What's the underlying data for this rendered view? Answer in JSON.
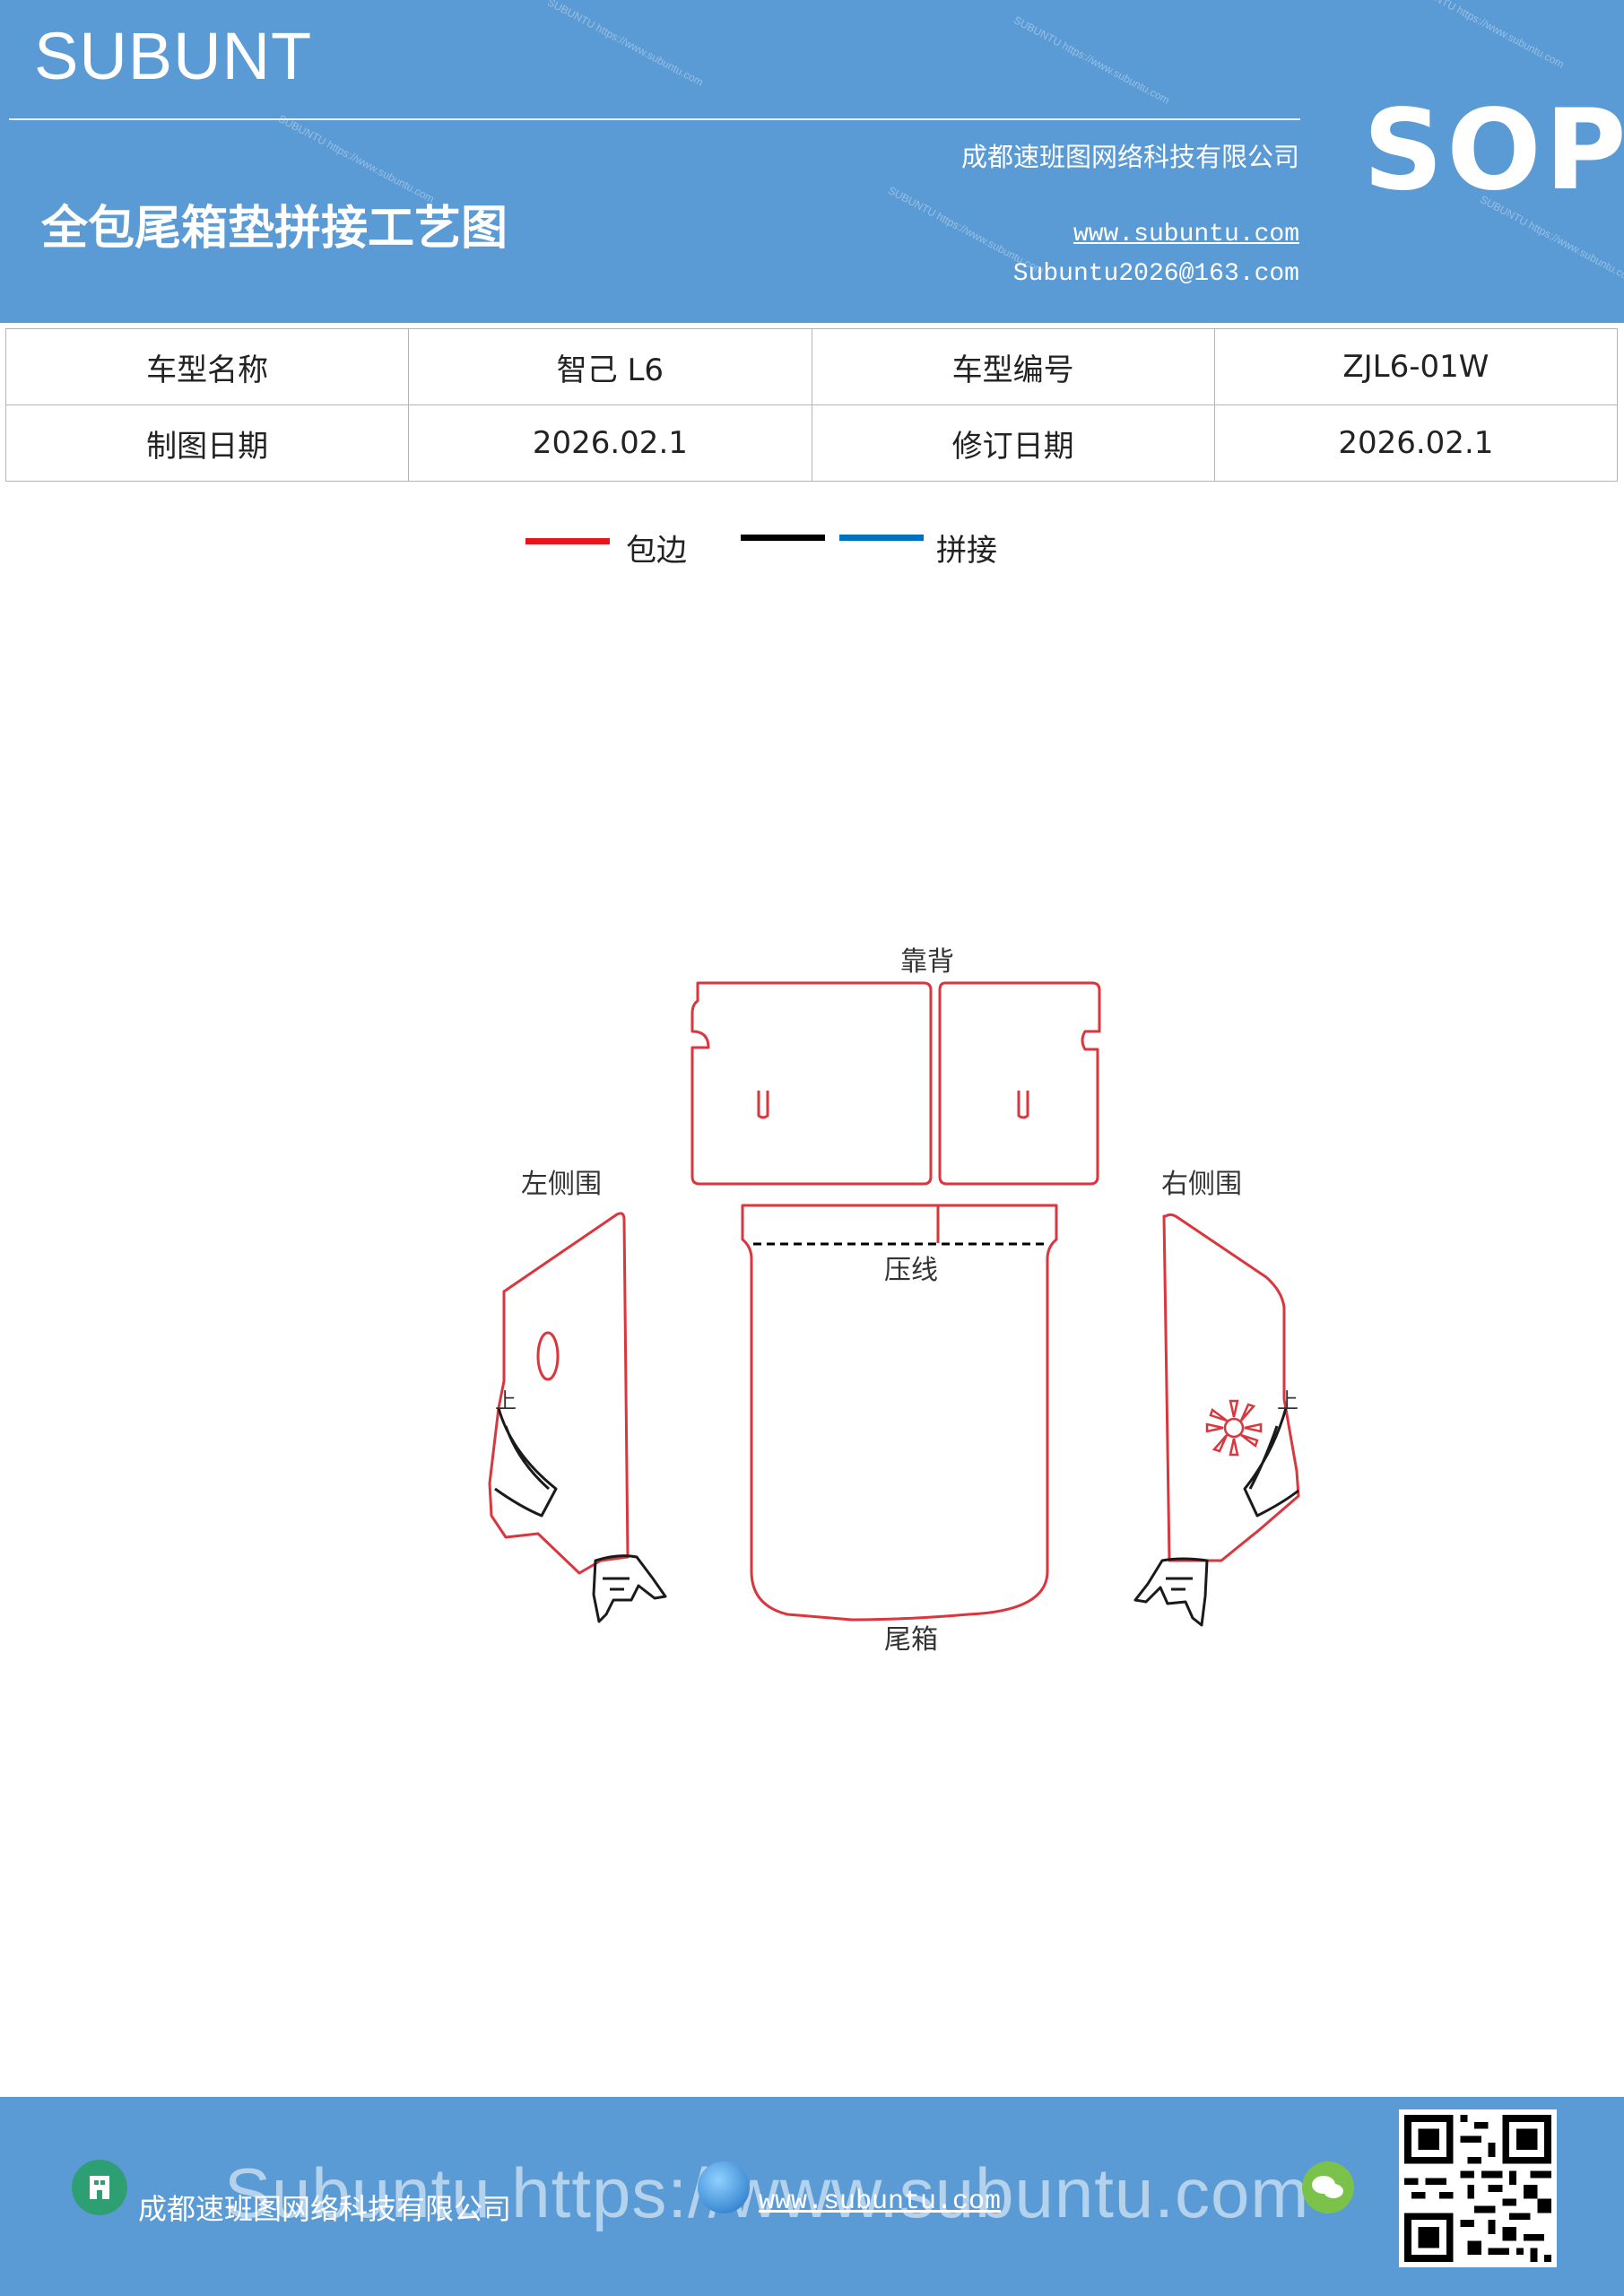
{
  "header": {
    "brand": "SUBUNT",
    "doc_title": "全包尾箱垫拼接工艺图",
    "company": "成都速班图网络科技有限公司",
    "website": "www.subuntu.com",
    "email": "Subuntu2026@163.com",
    "badge": "SOP",
    "watermark": "SUBUNTU https://www.subuntu.com"
  },
  "info_table": {
    "row1": {
      "label1": "车型名称",
      "value1": "智己 L6",
      "label2": "车型编号",
      "value2": "ZJL6-01W"
    },
    "row2": {
      "label1": "制图日期",
      "value1": "2026.02.1",
      "label2": "修订日期",
      "value2": "2026.02.1"
    }
  },
  "legend": {
    "items": [
      {
        "color": "#e8131b",
        "label": "包边"
      },
      {
        "color": "#000000",
        "label": ""
      },
      {
        "color": "#0070c0",
        "label": "拼接"
      }
    ]
  },
  "diagram": {
    "labels": {
      "backrest": "靠背",
      "left_side": "左侧围",
      "right_side": "右侧围",
      "crease": "压线",
      "trunk": "尾箱",
      "up_left": "上",
      "up_right": "上"
    },
    "colors": {
      "edge": "#d9363e",
      "seam": "#000000"
    }
  },
  "footer": {
    "company": "成都速班图网络科技有限公司",
    "website": "www.subuntu.com",
    "watermark": "Subuntu https://www.subuntu.com",
    "icons": [
      "building-icon",
      "globe-icon",
      "wechat-icon",
      "qr-code-icon"
    ]
  }
}
